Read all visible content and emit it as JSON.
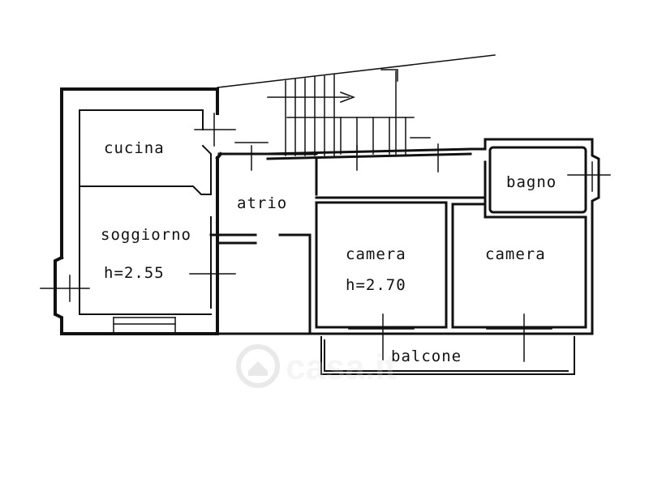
{
  "plan": {
    "line_color": "#111111",
    "rooms": {
      "kitchen": "cucina",
      "living": "soggiorno",
      "living_height": "h=2.55",
      "hall": "atrio",
      "bath": "bagno",
      "bedroom1": "camera",
      "bedroom1_height": "h=2.70",
      "bedroom2": "camera",
      "balcony": "balcone"
    },
    "watermark": "casa.it"
  }
}
